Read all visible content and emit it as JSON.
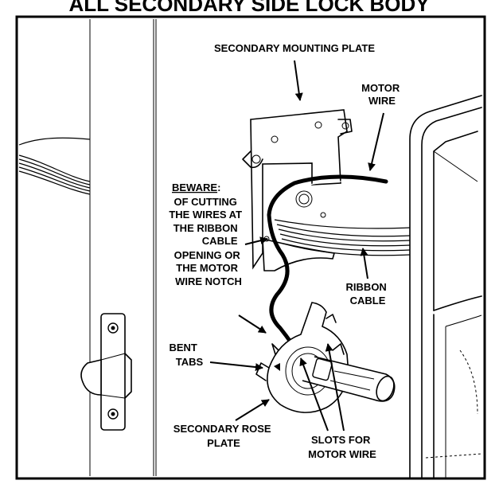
{
  "header": {
    "text": "ALL SECONDARY SIDE LOCK BODY"
  },
  "labels": {
    "mounting_plate": "SECONDARY MOUNTING PLATE",
    "motor_wire": [
      "MOTOR",
      "WIRE"
    ],
    "beware_title": "BEWARE",
    "beware_colon": ":",
    "beware_lines": [
      "OF CUTTING",
      "THE WIRES AT",
      "THE RIBBON",
      "CABLE",
      "OPENING OR",
      "THE MOTOR",
      "WIRE NOTCH"
    ],
    "ribbon_cable": [
      "RIBBON",
      "CABLE"
    ],
    "bent_tabs": [
      "BENT",
      "TABS"
    ],
    "rose_plate": [
      "SECONDARY ROSE",
      "PLATE"
    ],
    "slots": [
      "SLOTS FOR",
      "MOTOR WIRE"
    ]
  }
}
